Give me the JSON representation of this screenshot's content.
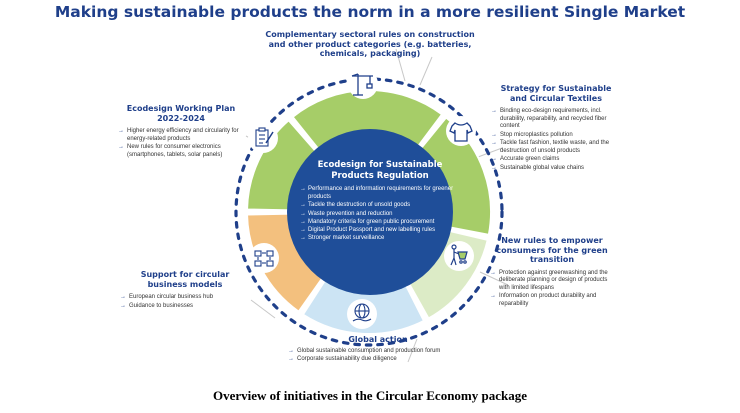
{
  "title": "Making sustainable products the norm in a more resilient Single Market",
  "caption": "Overview of initiatives in the Circular Economy package",
  "colors": {
    "title": "#1f3f8a",
    "center": "#1f4e99",
    "green_segments": "#a6cd68",
    "green_light": "#dcebc6",
    "orange": "#f3c07e",
    "light_blue": "#cce4f4",
    "ring_dots": "#1f3f8a"
  },
  "center": {
    "heading": "Ecodesign for Sustainable Products Regulation",
    "items": [
      "Performance and information requirements for greener products",
      "Tackle the destruction of unsold goods",
      "Waste prevention and reduction",
      "Mandatory criteria for green public procurement",
      "Digital Product Passport and new labelling rules",
      "Stronger market surveillance"
    ]
  },
  "blocks": {
    "top": {
      "heading": "Complementary sectoral rules on construction and other product categories (e.g. batteries, chemicals, packaging)",
      "icon": "construction-crane-icon"
    },
    "textiles": {
      "heading": "Strategy for Sustainable and Circular Textiles",
      "icon": "t-shirt-icon",
      "items": [
        "Binding eco-design requirements, incl. durability, reparability, and recycled fiber content",
        "Stop microplastics pollution",
        "Tackle fast fashion, textile waste, and the destruction of unsold products",
        "Accurate green claims",
        "Sustainable global value chains"
      ]
    },
    "consumers": {
      "heading": "New rules to empower consumers for the green transition",
      "icon": "shopping-cart-person-icon",
      "items": [
        "Protection against greenwashing and the deliberate planning or design of products with limited lifespans",
        "Information on product durability and reparability"
      ]
    },
    "global": {
      "heading": "Global action",
      "icon": "globe-hand-icon",
      "items": [
        "Global sustainable consumption and production forum",
        "Corporate sustainability due diligence"
      ]
    },
    "support": {
      "heading": "Support for circular business models",
      "icon": "business-cycle-icon",
      "items": [
        "European circular business hub",
        "Guidance to businesses"
      ]
    },
    "ecodesign": {
      "heading": "Ecodesign Working Plan 2022-2024",
      "icon": "clipboard-checklist-icon",
      "items": [
        "Higher energy efficiency and circularity for energy-related products",
        "New rules for consumer electronics (smartphones, tablets, solar panels)"
      ]
    }
  }
}
